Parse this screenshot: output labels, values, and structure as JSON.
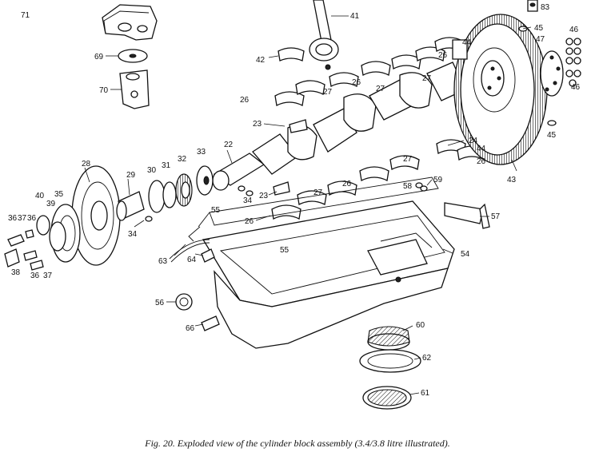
{
  "caption": "Fig. 20.   Exploded view of the cylinder block assembly (3.4/3.8 litre illustrated).",
  "part_labels": [
    {
      "id": "71",
      "text": "71"
    },
    {
      "id": "41",
      "text": "41"
    },
    {
      "id": "83",
      "text": "83"
    },
    {
      "id": "45a",
      "text": "45"
    },
    {
      "id": "46a",
      "text": "46"
    },
    {
      "id": "47",
      "text": "47"
    },
    {
      "id": "44a",
      "text": "44"
    },
    {
      "id": "69",
      "text": "69"
    },
    {
      "id": "42",
      "text": "42"
    },
    {
      "id": "26a",
      "text": "26"
    },
    {
      "id": "26b",
      "text": "26"
    },
    {
      "id": "27a",
      "text": "27"
    },
    {
      "id": "27b",
      "text": "27"
    },
    {
      "id": "70",
      "text": "70"
    },
    {
      "id": "26c",
      "text": "26"
    },
    {
      "id": "27c",
      "text": "27"
    },
    {
      "id": "46b",
      "text": "46"
    },
    {
      "id": "23a",
      "text": "23"
    },
    {
      "id": "45b",
      "text": "45"
    },
    {
      "id": "24",
      "text": "24"
    },
    {
      "id": "44b",
      "text": "44"
    },
    {
      "id": "22",
      "text": "22"
    },
    {
      "id": "33",
      "text": "33"
    },
    {
      "id": "32",
      "text": "32"
    },
    {
      "id": "31",
      "text": "31"
    },
    {
      "id": "30",
      "text": "30"
    },
    {
      "id": "29",
      "text": "29"
    },
    {
      "id": "28",
      "text": "28"
    },
    {
      "id": "26d",
      "text": "26"
    },
    {
      "id": "27d",
      "text": "27"
    },
    {
      "id": "43",
      "text": "43"
    },
    {
      "id": "59",
      "text": "59"
    },
    {
      "id": "58",
      "text": "58"
    },
    {
      "id": "26e",
      "text": "26"
    },
    {
      "id": "27e",
      "text": "27"
    },
    {
      "id": "34a",
      "text": "34"
    },
    {
      "id": "23b",
      "text": "23"
    },
    {
      "id": "40",
      "text": "40"
    },
    {
      "id": "35",
      "text": "35"
    },
    {
      "id": "39",
      "text": "39"
    },
    {
      "id": "36a",
      "text": "36"
    },
    {
      "id": "37a",
      "text": "37"
    },
    {
      "id": "36b",
      "text": "36"
    },
    {
      "id": "34b",
      "text": "34"
    },
    {
      "id": "26f",
      "text": "26"
    },
    {
      "id": "55a",
      "text": "55"
    },
    {
      "id": "57",
      "text": "57"
    },
    {
      "id": "38",
      "text": "38"
    },
    {
      "id": "36c",
      "text": "36"
    },
    {
      "id": "37b",
      "text": "37"
    },
    {
      "id": "63",
      "text": "63"
    },
    {
      "id": "64",
      "text": "64"
    },
    {
      "id": "55b",
      "text": "55"
    },
    {
      "id": "54",
      "text": "54"
    },
    {
      "id": "56",
      "text": "56"
    },
    {
      "id": "66",
      "text": "66"
    },
    {
      "id": "60",
      "text": "60"
    },
    {
      "id": "62",
      "text": "62"
    },
    {
      "id": "61",
      "text": "61"
    }
  ]
}
